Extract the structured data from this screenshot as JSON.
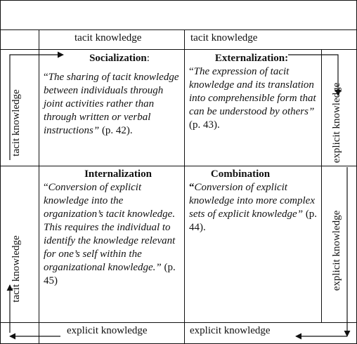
{
  "header": {
    "top_left": "tacit knowledge",
    "top_right": "tacit knowledge",
    "bottom_left": "explicit knowledge",
    "bottom_right": "explicit knowledge"
  },
  "side_labels": {
    "left_top": "tacit knowledge",
    "left_bottom": "tacit knowledge",
    "right_top": "explicit  knowledge",
    "right_bottom": "explicit knowledge"
  },
  "quadrants": {
    "socialization": {
      "title": "Socialization",
      "title_suffix": ":",
      "open_mark": "“",
      "quote": "The sharing of tacit knowledge between individuals through joint activities rather than through written or verbal instructions”",
      "cite": " (p. 42)."
    },
    "externalization": {
      "title": "Externalization:",
      "open_mark": "“",
      "quote": "The expression of tacit knowledge and its translation into comprehensible form that can be understood by others”",
      "cite": " (p. 43)."
    },
    "internalization": {
      "title": "Internalization",
      "open_mark": "“",
      "quote": "Conversion of explicit knowledge into the organization’s tacit knowledge. This requires the individual to identify the knowledge relevant for one’s self within the organizational knowledge.”",
      "cite": " (p. 45)"
    },
    "combination": {
      "title": "Combination",
      "open_mark": "“",
      "quote": "Conversion of explicit knowledge into more complex sets of explicit knowledge”",
      "cite": " (p. 44)."
    }
  }
}
